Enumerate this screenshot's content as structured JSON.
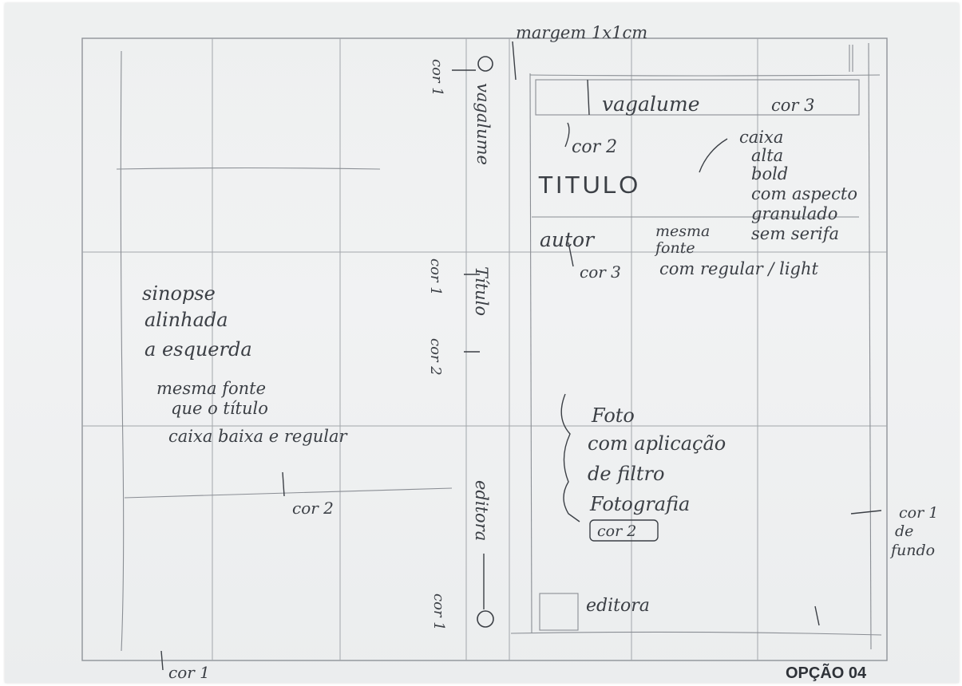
{
  "notes": {
    "margem": "margem 1x1cm",
    "vagalume_top": "vagalume",
    "cor3_top": "cor 3",
    "cor2_titulo": "cor 2",
    "titulo": "TITULO",
    "caixa_alta": [
      "caixa",
      "alta",
      "bold",
      "com aspecto",
      "granulado",
      "sem serifa"
    ],
    "autor": "autor",
    "mesma_fonte": [
      "mesma",
      "fonte"
    ],
    "com_regular": "com regular / light",
    "cor3_autor": "cor 3",
    "spine_vagalume": "vagalume",
    "spine_cor1_top": "cor 1",
    "spine_titulo": "Título",
    "spine_cor1_mid": "cor 1",
    "spine_cor2": "cor 2",
    "spine_editora": "editora",
    "spine_cor1_bottom": "cor 1",
    "sinopse": [
      "sinopse",
      "alinhada",
      "a esquerda"
    ],
    "mesma_fonte_sinopse": [
      "mesma fonte",
      "que o título",
      "caixa baixa e regular"
    ],
    "cor2_back": "cor 2",
    "foto": [
      "Foto",
      "com aplicação",
      "de filtro",
      "Fotografia"
    ],
    "foto_cor2": "cor 2",
    "editora_front": "editora",
    "cor1_fundo": [
      "cor 1",
      "de",
      "fundo"
    ],
    "cor1_bottom": "cor 1",
    "opcao": "OPÇÃO 04"
  },
  "colors": {
    "paper": "#eef0f0",
    "pencil": "#3b3f45",
    "grid": "#9a9ea4"
  }
}
